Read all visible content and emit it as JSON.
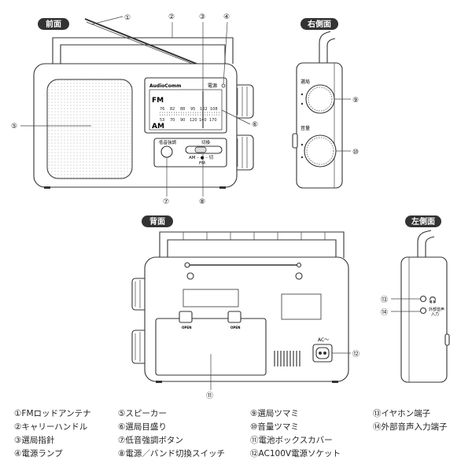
{
  "views": {
    "front": "前面",
    "right": "右側面",
    "back": "背面",
    "left": "左側面"
  },
  "callouts": [
    "①",
    "②",
    "③",
    "④",
    "⑤",
    "⑥",
    "⑦",
    "⑧",
    "⑨",
    "⑩",
    "⑪",
    "⑫",
    "⑬",
    "⑭"
  ],
  "panel": {
    "brand": "AudioComm",
    "power_label": "電源",
    "band_fm": "FM",
    "band_am": "AM",
    "fm_scale": [
      "76",
      "82",
      "88",
      "95",
      "102",
      "108"
    ],
    "am_scale": [
      "53",
      "70",
      "90",
      "120",
      "140",
      "170"
    ],
    "bass_label": "低音強調",
    "switch_label": "切換",
    "switch_positions": "AM – ● – 切",
    "switch_fm": "FM",
    "tune_label": "選局",
    "volume_label": "音量",
    "ac_label": "AC～",
    "open1": "OPEN",
    "open2": "OPEN",
    "ext_input_label": "外部音声\n入力"
  },
  "legend": [
    {
      "num": "①",
      "text": "FMロッドアンテナ"
    },
    {
      "num": "②",
      "text": "キャリーハンドル"
    },
    {
      "num": "③",
      "text": "選局指針"
    },
    {
      "num": "④",
      "text": "電源ランプ"
    },
    {
      "num": "⑤",
      "text": "スピーカー"
    },
    {
      "num": "⑥",
      "text": "選局目盛り"
    },
    {
      "num": "⑦",
      "text": "低音強調ボタン"
    },
    {
      "num": "⑧",
      "text": "電源／バンド切換スイッチ"
    },
    {
      "num": "⑨",
      "text": "選局ツマミ"
    },
    {
      "num": "⑩",
      "text": "音量ツマミ"
    },
    {
      "num": "⑪",
      "text": "電池ボックスカバー"
    },
    {
      "num": "⑫",
      "text": "AC100V電源ソケット"
    },
    {
      "num": "⑬",
      "text": "イヤホン端子"
    },
    {
      "num": "⑭",
      "text": "外部音声入力端子"
    }
  ]
}
